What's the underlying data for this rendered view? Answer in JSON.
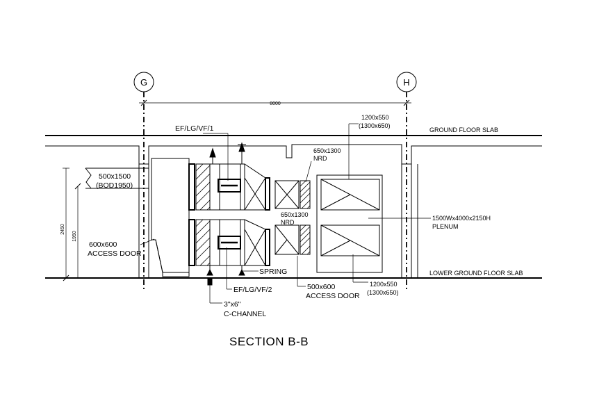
{
  "drawing": {
    "title": "SECTION B-B",
    "grid_lines": {
      "left": "G",
      "right": "H"
    },
    "dimensions": {
      "grid_span": "8000",
      "height_outer": "2450",
      "height_inner": "1950"
    },
    "labels": {
      "ef1": "EF/LG/VF/1",
      "ef2": "EF/LG/VF/2",
      "duct_top_l1": "1200x550",
      "duct_top_l2": "(1300x650)",
      "duct_bot_l1": "1200x550",
      "duct_bot_l2": "(1300x650)",
      "ground_slab": "GROUND FLOOR SLAB",
      "lower_slab": "LOWER GROUND FLOOR SLAB",
      "nrd_top_l1": "650x1300",
      "nrd_top_l2": "NRD",
      "nrd_mid_l1": "650x1300",
      "nrd_mid_l2": "NRD",
      "opening_l1": "500x1500",
      "opening_l2": "(BOD1950)",
      "access_left_l1": "600x600",
      "access_left_l2": "ACCESS DOOR",
      "access_bot_l1": "500x600",
      "access_bot_l2": "ACCESS DOOR",
      "plenum_l1": "1500Wx4000x2150H",
      "plenum_l2": "PLENUM",
      "spring": "SPRING",
      "channel_l1": "3\"x6\"",
      "channel_l2": "C-CHANNEL"
    }
  }
}
